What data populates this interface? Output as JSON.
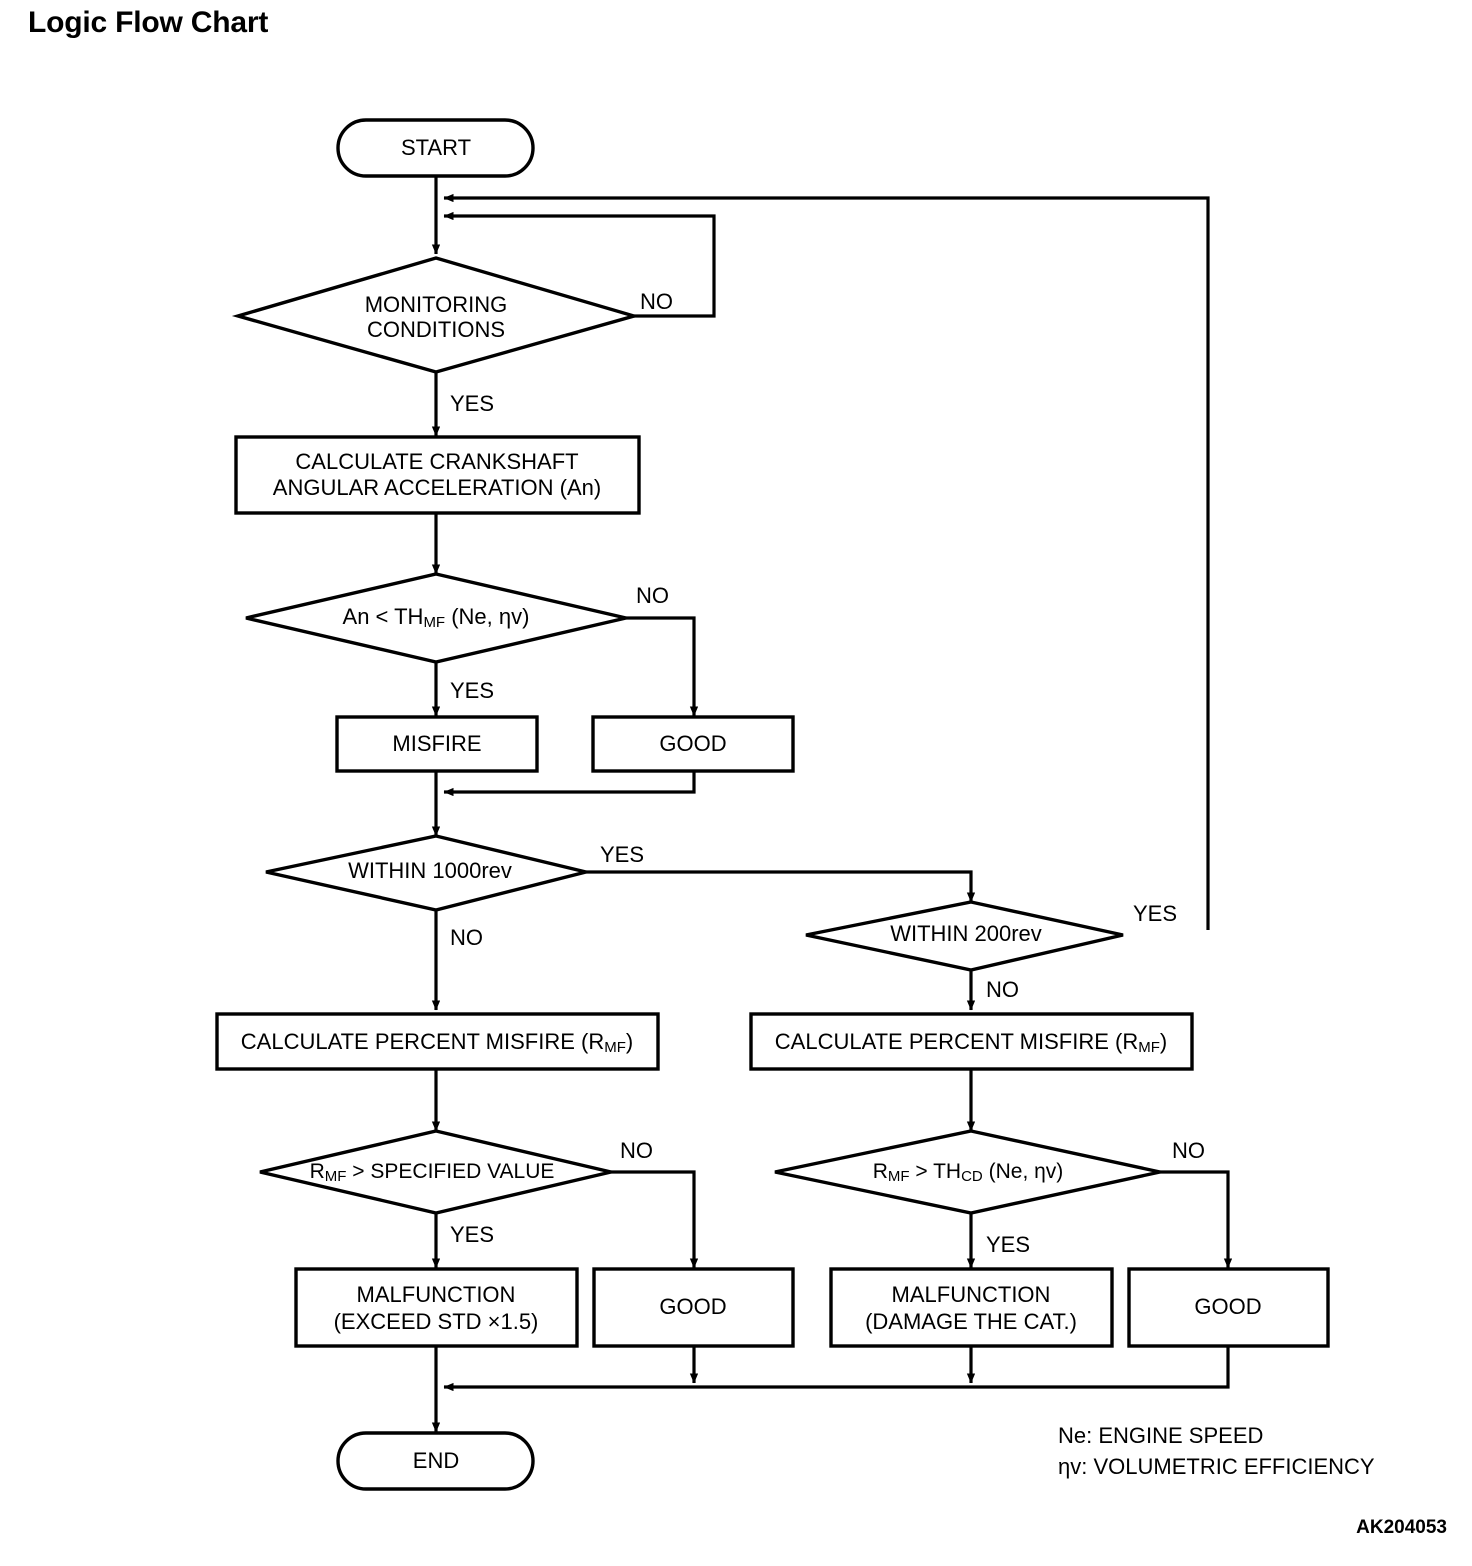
{
  "title": "Logic Flow Chart",
  "diagram": {
    "type": "flowchart",
    "nodes": [
      {
        "id": "start",
        "shape": "terminator",
        "label": "START"
      },
      {
        "id": "mon",
        "shape": "decision",
        "label_line1": "MONITORING",
        "label_line2": "CONDITIONS"
      },
      {
        "id": "calc_accel",
        "shape": "process",
        "label_line1": "CALCULATE CRANKSHAFT",
        "label_line2": "ANGULAR ACCELERATION (An)"
      },
      {
        "id": "an_thmf",
        "shape": "decision",
        "label_pre": "An < TH",
        "label_sub": "MF",
        "label_post": " (Ne, ηv)"
      },
      {
        "id": "misfire",
        "shape": "process",
        "label": "MISFIRE"
      },
      {
        "id": "good1",
        "shape": "process",
        "label": "GOOD"
      },
      {
        "id": "within1000",
        "shape": "decision",
        "label": "WITHIN 1000rev"
      },
      {
        "id": "within200",
        "shape": "decision",
        "label": "WITHIN 200rev"
      },
      {
        "id": "calc_pct_l",
        "shape": "process",
        "label_pre": "CALCULATE PERCENT MISFIRE (R",
        "label_sub": "MF",
        "label_post": ")"
      },
      {
        "id": "calc_pct_r",
        "shape": "process",
        "label_pre": "CALCULATE PERCENT MISFIRE (R",
        "label_sub": "MF",
        "label_post": ")"
      },
      {
        "id": "rmf_spec",
        "shape": "decision",
        "label_pre": "R",
        "label_sub": "MF",
        "label_post": " > SPECIFIED VALUE"
      },
      {
        "id": "rmf_thcd",
        "shape": "decision",
        "label_pre": "R",
        "label_sub": "MF",
        "label_post": " > TH",
        "label_sub2": "CD",
        "label_post2": " (Ne, ηv)"
      },
      {
        "id": "malf_std",
        "shape": "process",
        "label_line1": "MALFUNCTION",
        "label_line2": "(EXCEED STD ×1.5)"
      },
      {
        "id": "good2",
        "shape": "process",
        "label": "GOOD"
      },
      {
        "id": "malf_cat",
        "shape": "process",
        "label_line1": "MALFUNCTION",
        "label_line2": "(DAMAGE THE CAT.)"
      },
      {
        "id": "good3",
        "shape": "process",
        "label": "GOOD"
      },
      {
        "id": "end",
        "shape": "terminator",
        "label": "END"
      }
    ],
    "edge_labels": {
      "mon_no": "NO",
      "mon_yes": "YES",
      "an_no": "NO",
      "an_yes": "YES",
      "w1000_yes": "YES",
      "w1000_no": "NO",
      "w200_yes": "YES",
      "w200_no": "NO",
      "rmf_spec_no": "NO",
      "rmf_spec_yes": "YES",
      "rmf_thcd_no": "NO",
      "rmf_thcd_yes": "YES"
    }
  },
  "legend": {
    "line1": "Ne: ENGINE SPEED",
    "line2_symbol": "η",
    "line2_rest": "v: VOLUMETRIC EFFICIENCY"
  },
  "figure_code": "AK204053",
  "colors": {
    "ink": "#000000",
    "paper": "#ffffff"
  }
}
